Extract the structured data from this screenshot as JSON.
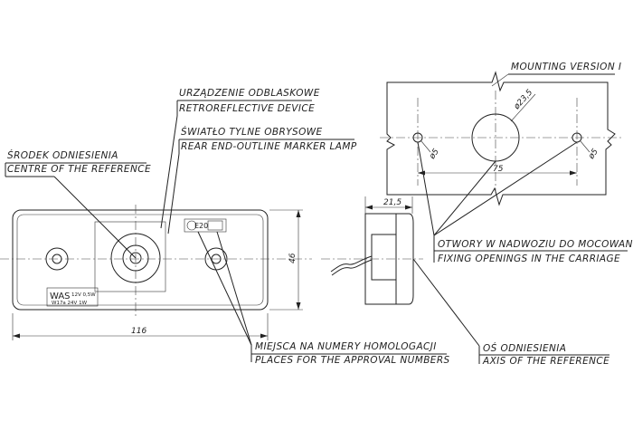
{
  "labels": {
    "centre_pl": "ŚRODEK ODNIESIENIA",
    "centre_en": "CENTRE OF THE REFERENCE",
    "retro_pl": "URZĄDZENIE ODBLASKOWE",
    "retro_en": "RETROREFLECTIVE DEVICE",
    "lamp_pl": "ŚWIATŁO TYLNE OBRYSOWE",
    "lamp_en": "REAR END-OUTLINE MARKER LAMP",
    "mounting": "MOUNTING VERSION I",
    "fixing_pl": "OTWORY W NADWOZIU DO MOCOWANIA",
    "fixing_en": "FIXING OPENINGS IN THE CARRIAGE",
    "approval_pl": "MIEJSCA NA NUMERY HOMOLOGACJI",
    "approval_en": "PLACES FOR THE APPROVAL NUMBERS",
    "axis_pl": "OŚ ODNIESIENIA",
    "axis_en": "AXIS OF THE REFERENCE"
  },
  "dimensions": {
    "width": "116",
    "height": "46",
    "depth": "21,5",
    "hole_spacing": "75",
    "hole_dia": "ø5",
    "hole_dia_2": "ø5",
    "center_dia": "ø23,5"
  },
  "markings": {
    "brand": "WAS",
    "spec_1": "12V 0,5W",
    "spec_2": "W17a 24V 1W",
    "approval_mark": "E20"
  }
}
